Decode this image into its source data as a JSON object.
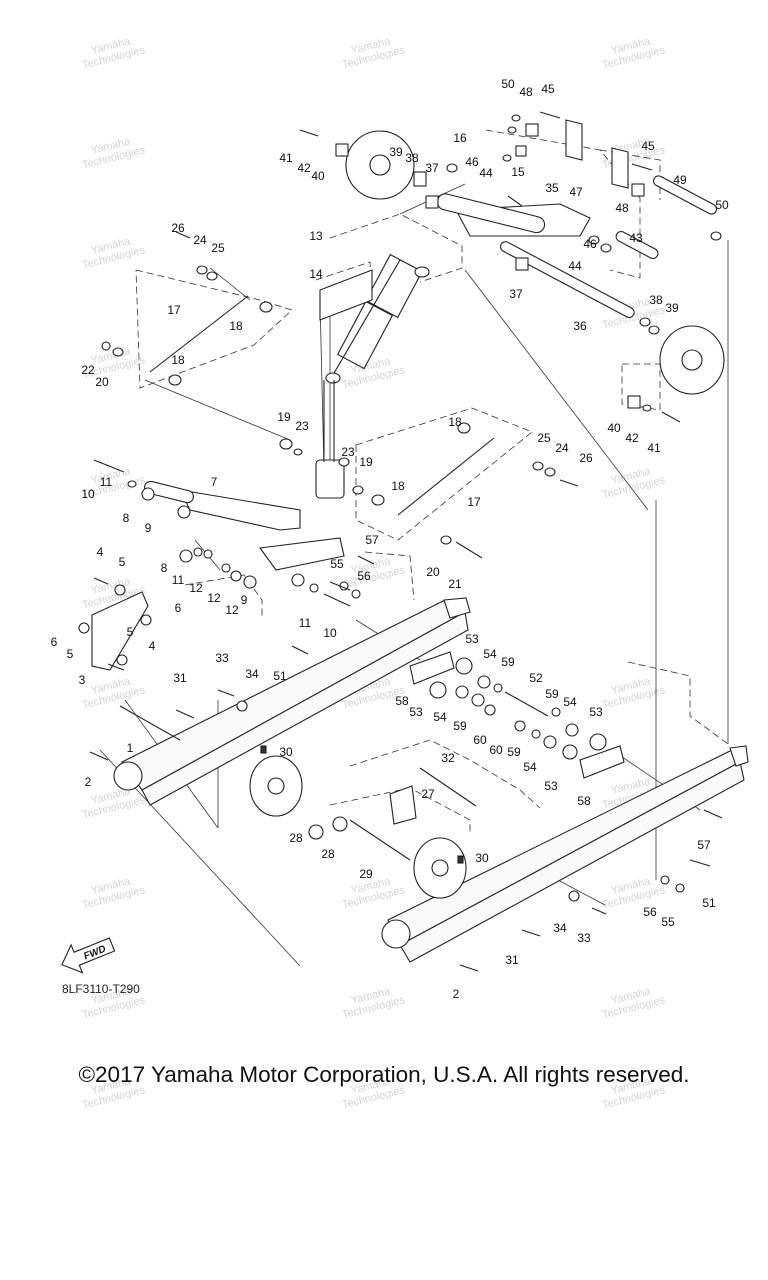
{
  "diagram": {
    "code": "8LF3110-T290",
    "fwd_label": "FWD",
    "watermark": [
      "Yamaha",
      "Technologies"
    ],
    "copyright": "©2017 Yamaha Motor Corporation, U.S.A. All rights reserved."
  },
  "callouts": [
    "1",
    "2",
    "3",
    "4",
    "5",
    "6",
    "7",
    "8",
    "9",
    "10",
    "11",
    "12",
    "13",
    "14",
    "15",
    "16",
    "17",
    "18",
    "19",
    "20",
    "21",
    "22",
    "23",
    "24",
    "25",
    "26",
    "27",
    "28",
    "29",
    "30",
    "31",
    "32",
    "33",
    "34",
    "35",
    "36",
    "37",
    "38",
    "39",
    "40",
    "41",
    "42",
    "43",
    "44",
    "45",
    "46",
    "47",
    "48",
    "49",
    "50",
    "51",
    "52",
    "53",
    "54",
    "55",
    "56",
    "57",
    "58",
    "59",
    "60"
  ]
}
